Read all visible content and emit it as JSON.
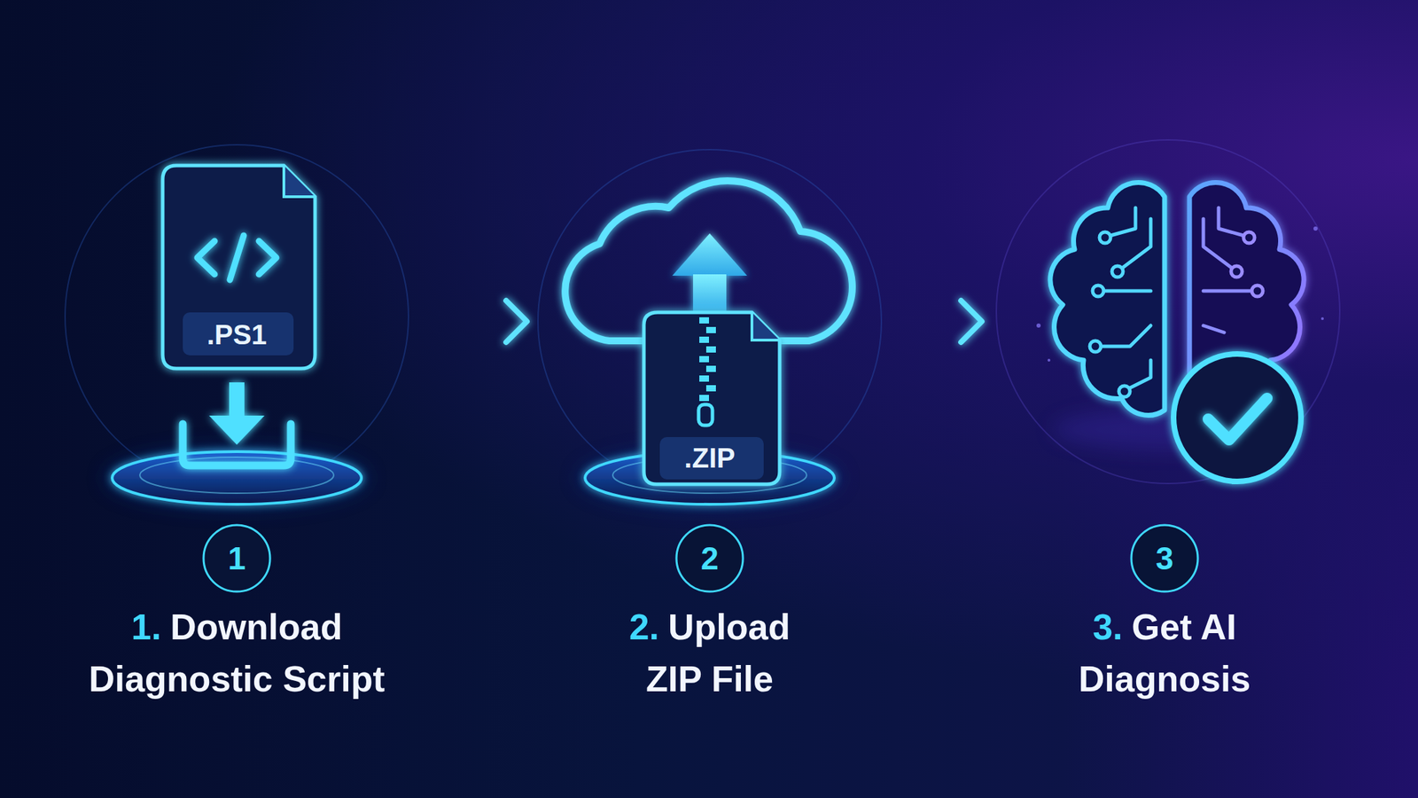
{
  "diagram": {
    "nodes": [
      {
        "text": [
          ".PS1",
          "1",
          "1.",
          "Download Diagnostic Script"
        ]
      },
      {
        "text": [
          ".ZIP",
          "2",
          "2.",
          "Upload ZIP File"
        ]
      },
      {
        "text": [
          "3",
          "3.",
          "Get AI Diagnosis"
        ]
      }
    ],
    "edges": [
      {
        "from": 0,
        "to": 1,
        "arrow": "to"
      },
      {
        "from": 1,
        "to": 2,
        "arrow": "to"
      }
    ]
  }
}
